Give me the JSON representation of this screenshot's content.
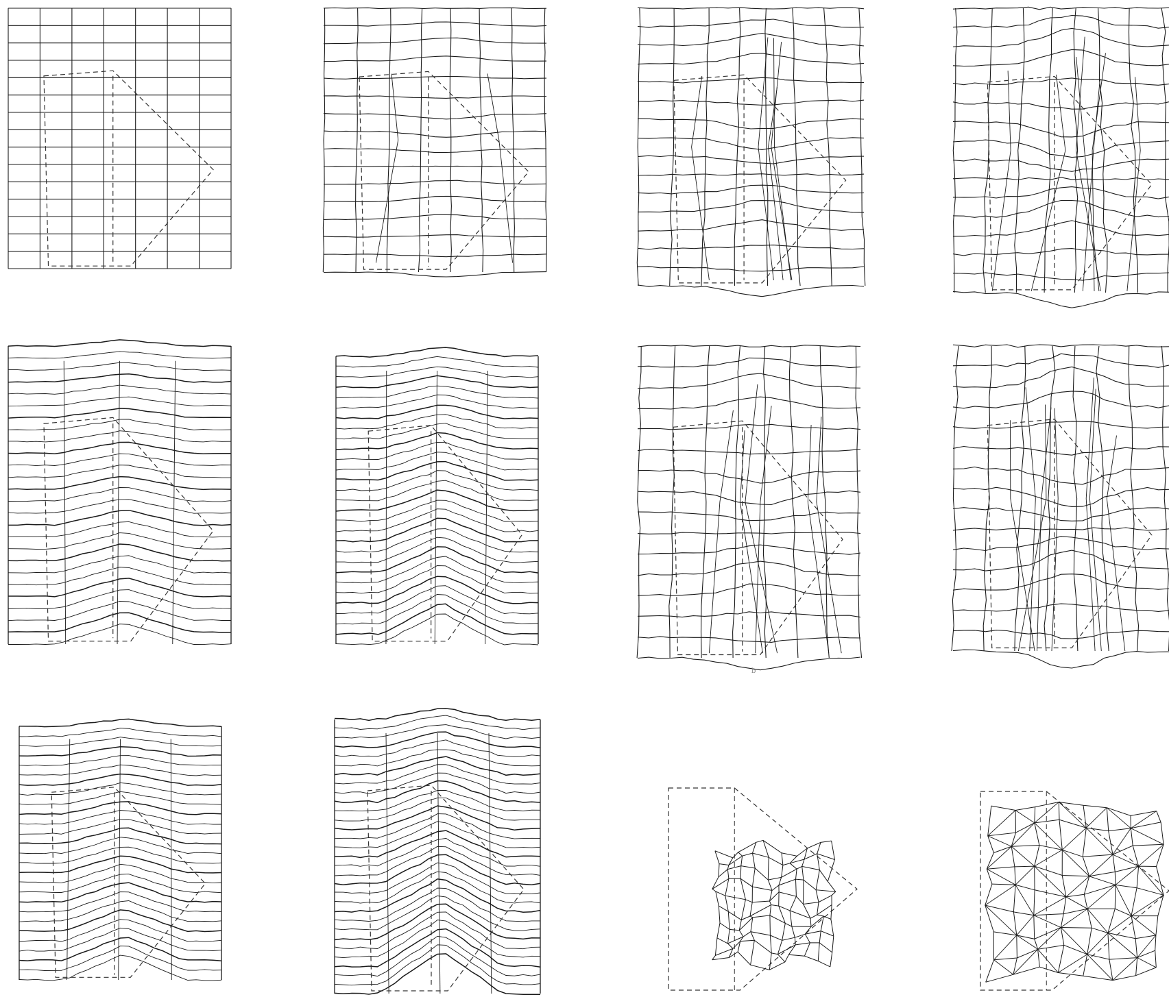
{
  "figure": {
    "background": "#ffffff",
    "ink": "#1a1a1a",
    "dash_ink": "#333333",
    "stray_label": "b"
  },
  "panels": [
    {
      "id": "r1c1",
      "kind": "grid-undeformed"
    },
    {
      "id": "r1c2",
      "kind": "grid-deformed",
      "level": 0.3
    },
    {
      "id": "r1c3",
      "kind": "grid-deformed",
      "level": 0.6
    },
    {
      "id": "r1c4",
      "kind": "grid-deformed",
      "level": 0.9
    },
    {
      "id": "r2c1",
      "kind": "rows-wavy",
      "level": 0.5
    },
    {
      "id": "r2c2",
      "kind": "rows-wavy",
      "level": 0.75
    },
    {
      "id": "r2c3",
      "kind": "grid-deformed",
      "level": 0.7
    },
    {
      "id": "r2c4",
      "kind": "grid-deformed",
      "level": 1.0
    },
    {
      "id": "r3c1",
      "kind": "rows-wavy",
      "level": 0.6
    },
    {
      "id": "r3c2",
      "kind": "rows-wavy",
      "level": 1.0
    },
    {
      "id": "r3c3",
      "kind": "mesh-compact",
      "level": 1.0
    },
    {
      "id": "r3c4",
      "kind": "mesh-triangulated",
      "level": 0.8
    }
  ]
}
